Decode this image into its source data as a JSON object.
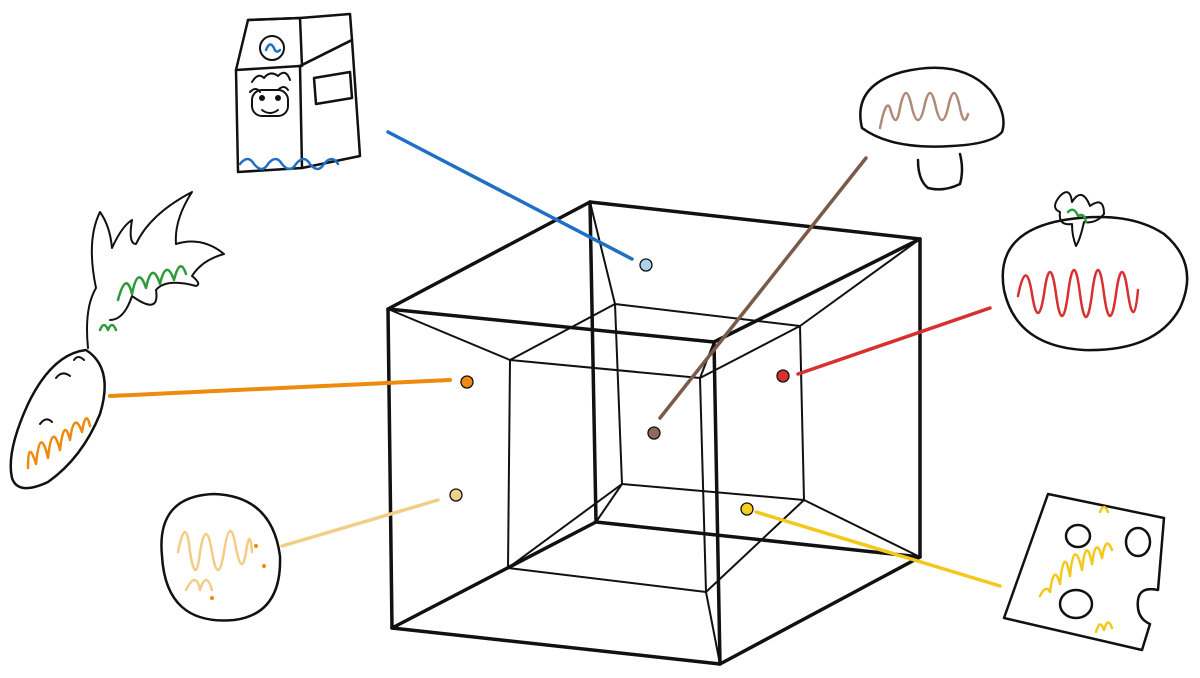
{
  "diagram": {
    "kind": "tesseract-with-food-callouts",
    "stroke_color": "#111111",
    "items": [
      {
        "key": "milk",
        "icon": "milk-carton-icon",
        "color": "#1f6fc5",
        "dot_color": "#a9d2ee"
      },
      {
        "key": "mushroom",
        "icon": "mushroom-icon",
        "color": "#7a5a48",
        "dot_color": "#8a6b5c"
      },
      {
        "key": "tomato",
        "icon": "tomato-icon",
        "color": "#d63031",
        "dot_color": "#d63031"
      },
      {
        "key": "carrot",
        "icon": "carrot-icon",
        "color": "#ee8a0c",
        "dot_color": "#f08a12"
      },
      {
        "key": "egg",
        "icon": "egg-icon",
        "color": "#f3cd86",
        "dot_color": "#f1d18a"
      },
      {
        "key": "cheese",
        "icon": "cheese-icon",
        "color": "#f2c91a",
        "dot_color": "#f4cf22"
      }
    ]
  }
}
